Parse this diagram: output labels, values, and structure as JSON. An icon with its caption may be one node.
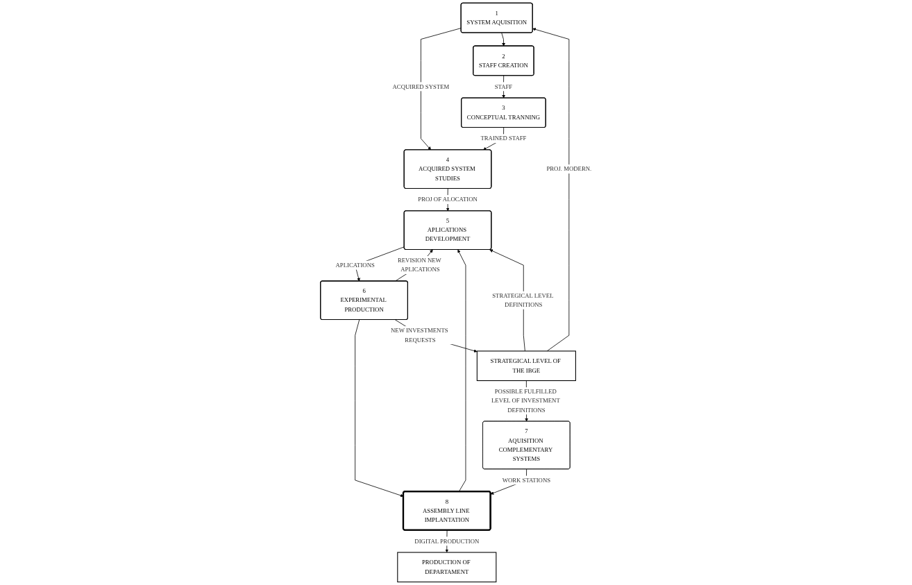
{
  "diagram": {
    "nodes": [
      {
        "text": [
          "1",
          "SYSTEM AQUISITION"
        ]
      },
      {
        "text": [
          "2",
          "STAFF CREATION"
        ]
      },
      {
        "text": [
          "3",
          "CONCEPTUAL TRANNING"
        ]
      },
      {
        "text": [
          "4",
          "ACQUIRED SYSTEM STUDIES"
        ]
      },
      {
        "text": [
          "5",
          "APLICATIONS DEVELOPMENT"
        ]
      },
      {
        "text": [
          "6",
          "EXPERIMENTAL PRODUCTION"
        ]
      },
      {
        "text": [
          "7",
          "AQUISITION COMPLEMENTARY SYSTEMS"
        ]
      },
      {
        "text": [
          "8",
          "ASSEMBLY LINE IMPLANTATION"
        ]
      },
      {
        "text": [
          "STRATEGICAL LEVEL OF THE IBGE"
        ]
      },
      {
        "text": [
          "PRODUCTION OF DEPARTAMENT"
        ]
      }
    ],
    "edges": [
      {
        "from": 0,
        "to": 3,
        "arrow": "to",
        "label": "ACQUIRED SYSTEM"
      },
      {
        "from": 0,
        "to": 1,
        "arrow": "to"
      },
      {
        "from": 1,
        "to": 2,
        "arrow": "to",
        "label": "STAFF"
      },
      {
        "from": 2,
        "to": 3,
        "arrow": "to",
        "label": "TRAINED STAFF"
      },
      {
        "from": 3,
        "to": 4,
        "arrow": "to",
        "label": "PROJ OF ALOCATION"
      },
      {
        "from": 8,
        "to": 0,
        "arrow": "to",
        "label": "PROJ. MODERN."
      },
      {
        "from": 4,
        "to": 5,
        "arrow": "to",
        "label": "APLICATIONS"
      },
      {
        "from": 5,
        "to": 4,
        "arrow": "to",
        "label": "REVISION NEW APLICATIONS"
      },
      {
        "from": 5,
        "to": 7,
        "arrow": "to"
      },
      {
        "from": 7,
        "to": 4,
        "arrow": "to"
      },
      {
        "from": 8,
        "to": 4,
        "arrow": "to",
        "label": "STRATEGICAL LEVEL DEFINITIONS"
      },
      {
        "from": 7,
        "to": 9,
        "arrow": "to",
        "label": "DIGITAL PRODUCTION"
      },
      {
        "from": 6,
        "to": 7,
        "arrow": "to",
        "label": "WORK STATIONS"
      },
      {
        "from": 8,
        "to": 6,
        "arrow": "to",
        "label": "POSSIBLE FULFILLED LEVEL OF INVESTMENT DEFINITIONS"
      },
      {
        "from": 5,
        "to": 8,
        "arrow": "to",
        "label": "NEW INVESTMENTS REQUESTS"
      }
    ]
  }
}
